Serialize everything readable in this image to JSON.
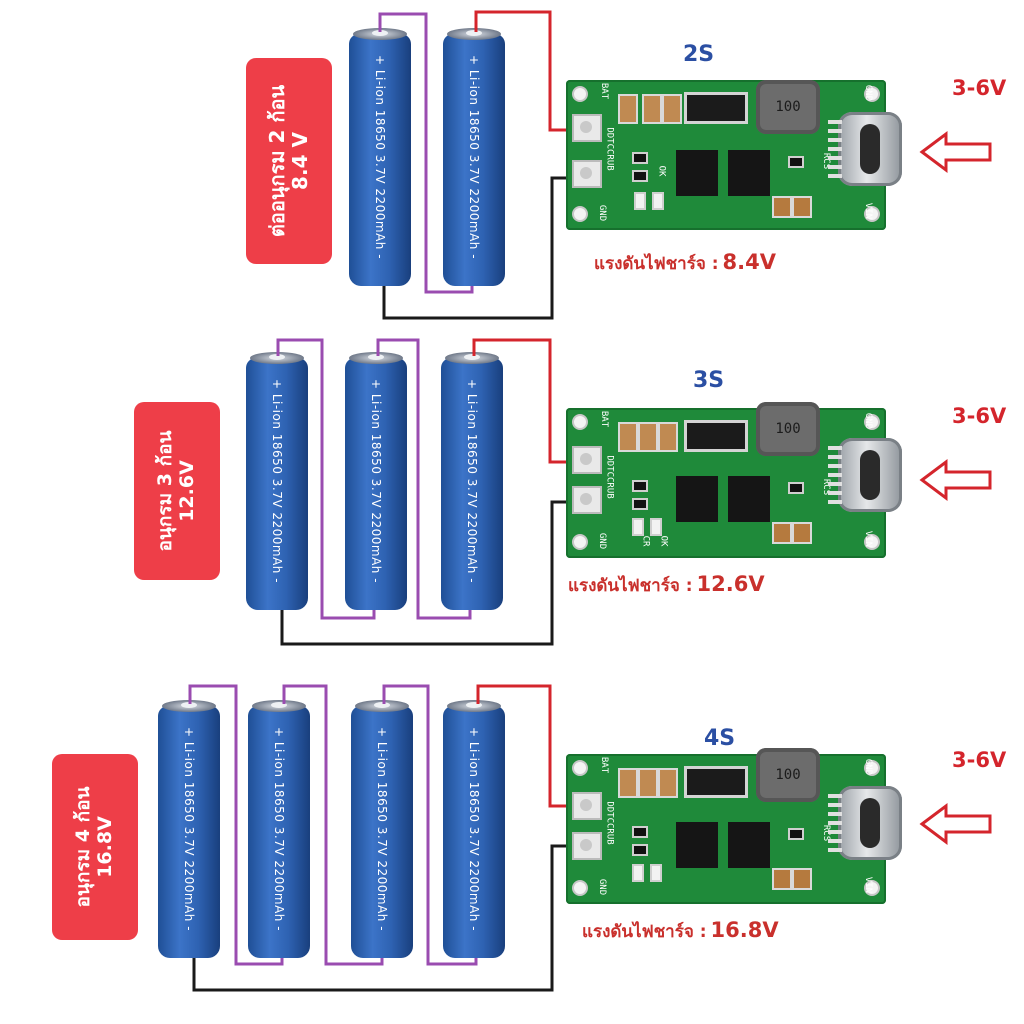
{
  "colors": {
    "label_bg": "#ee3e48",
    "title_blue": "#2b4fa3",
    "charge_red": "#c9302c",
    "wire_red": "#d4252c",
    "wire_purple": "#9a4cb0",
    "wire_black": "#1a1a1a",
    "cell_blue": "#2e62b2",
    "pcb_green": "#1f8a3a"
  },
  "cell_print": "+ Li-ion 18650 3.7V 2200mAh -",
  "board_silk": {
    "bat": "BAT",
    "gnd": "GND",
    "part": "DDTCCRUB",
    "ok": "OK",
    "cr": "CR",
    "rcs": "RCS",
    "vin": "VIN",
    "inductor": "100"
  },
  "configs": [
    {
      "title": "2S",
      "cells": 2,
      "label_line1": "ต่ออนุกรม 2 ก้อน",
      "label_line2": "8.4 V",
      "input_range": "3-6V",
      "charge_label": "แรงดันไฟชาร์จ :",
      "charge_value": "8.4V"
    },
    {
      "title": "3S",
      "cells": 3,
      "label_line1": "อนุกรม 3 ก้อน",
      "label_line2": "12.6V",
      "input_range": "3-6V",
      "charge_label": "แรงดันไฟชาร์จ :",
      "charge_value": "12.6V"
    },
    {
      "title": "4S",
      "cells": 4,
      "label_line1": "อนุกรม 4 ก้อน",
      "label_line2": "16.8V",
      "input_range": "3-6V",
      "charge_label": "แรงดันไฟชาร์จ :",
      "charge_value": "16.8V"
    }
  ]
}
